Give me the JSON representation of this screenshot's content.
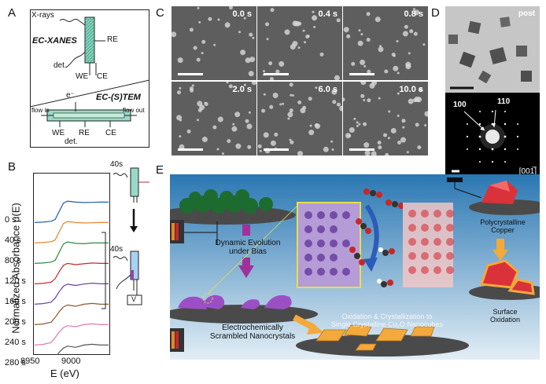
{
  "panels": {
    "A": "A",
    "B": "B",
    "C": "C",
    "D": "D",
    "E": "E"
  },
  "panelA": {
    "xrays": "X-rays",
    "ec_xanes": "EC-XANES",
    "re": "RE",
    "det": "det.",
    "we": "WE",
    "ce": "CE",
    "electron": "e⁻",
    "ec_stem": "EC-(S)TEM",
    "flow_in": "flow in",
    "flow_out": "flow out",
    "we2": "WE",
    "re2": "RE",
    "ce2": "CE",
    "det2": "det."
  },
  "panelB": {
    "ylabel": "Normalized Absorbance μ(E)",
    "xlabel": "E (eV)",
    "xticks": [
      "8950",
      "9000"
    ],
    "times": [
      "0 s",
      "40 s",
      "80 s",
      "120 s",
      "160 s",
      "200 s",
      "240 s",
      "280 s"
    ],
    "schematic_top": "40s",
    "schematic_bottom": "40s",
    "v_label": "V"
  },
  "chart_data": {
    "type": "line",
    "ylabel": "Normalized Absorbance μ(E)",
    "xlabel": "E (eV)",
    "xlim": [
      8950,
      9040
    ],
    "x": [
      8950,
      8960,
      8970,
      8975,
      8980,
      8985,
      8990,
      9000,
      9010,
      9020,
      9030,
      9040
    ],
    "series": [
      {
        "name": "0 s",
        "color": "#1f5fa8",
        "values": [
          0.0,
          0.02,
          0.06,
          0.15,
          0.55,
          0.95,
          1.05,
          1.0,
          0.98,
          0.99,
          1.0,
          1.0
        ]
      },
      {
        "name": "40 s",
        "color": "#e6862a",
        "values": [
          0.0,
          0.02,
          0.06,
          0.15,
          0.55,
          0.95,
          1.05,
          1.0,
          0.98,
          0.99,
          1.0,
          1.0
        ]
      },
      {
        "name": "80 s",
        "color": "#2e8b3a",
        "values": [
          0.0,
          0.02,
          0.06,
          0.15,
          0.55,
          0.95,
          1.05,
          0.98,
          0.96,
          1.0,
          1.0,
          1.0
        ]
      },
      {
        "name": "120 s",
        "color": "#c62828",
        "values": [
          0.0,
          0.02,
          0.08,
          0.25,
          0.6,
          0.9,
          1.0,
          0.94,
          0.98,
          1.02,
          1.0,
          1.0
        ]
      },
      {
        "name": "160 s",
        "color": "#6a3fa0",
        "values": [
          0.0,
          0.03,
          0.1,
          0.3,
          0.62,
          0.88,
          0.98,
          0.92,
          0.99,
          1.03,
          1.0,
          1.0
        ]
      },
      {
        "name": "200 s",
        "color": "#8b5a2b",
        "values": [
          0.0,
          0.03,
          0.12,
          0.35,
          0.64,
          0.86,
          0.96,
          0.9,
          1.0,
          1.04,
          1.0,
          1.0
        ]
      },
      {
        "name": "240 s",
        "color": "#e07ab0",
        "values": [
          0.0,
          0.03,
          0.12,
          0.36,
          0.64,
          0.85,
          0.95,
          0.9,
          1.0,
          1.04,
          1.0,
          1.0
        ]
      },
      {
        "name": "280 s",
        "color": "#555555",
        "values": [
          0.0,
          0.03,
          0.13,
          0.37,
          0.65,
          0.85,
          0.95,
          0.89,
          1.0,
          1.04,
          1.0,
          1.0
        ]
      }
    ]
  },
  "panelC": {
    "times": [
      "0.0 s",
      "0.4 s",
      "0.8 s",
      "2.0 s",
      "6.0 s",
      "10.0 s"
    ]
  },
  "panelD": {
    "post": "post",
    "idx100": "100",
    "idx110": "110",
    "zone": "[001̅]"
  },
  "panelE": {
    "dynamic": "Dynamic Evolution\nunder Bias",
    "scrambled": "Electrochemically\nScrambled Nanocrystals",
    "oxidation": "Oxidation & Crystallization to\nSingle Crystalline Cu₂O Nanocubes",
    "poly": "Polycrystalline\nCopper",
    "surface": "Surface\nOxidation"
  },
  "colors": {
    "sky_top": "#2a77b3",
    "sky_bottom": "#d9e9f3",
    "platform": "#4a4a4a",
    "green_np": "#1d6b2f",
    "purple": "#8e44ad",
    "orange": "#f3a93b",
    "red": "#d9323a",
    "yellow_box": "#e8e04a"
  }
}
